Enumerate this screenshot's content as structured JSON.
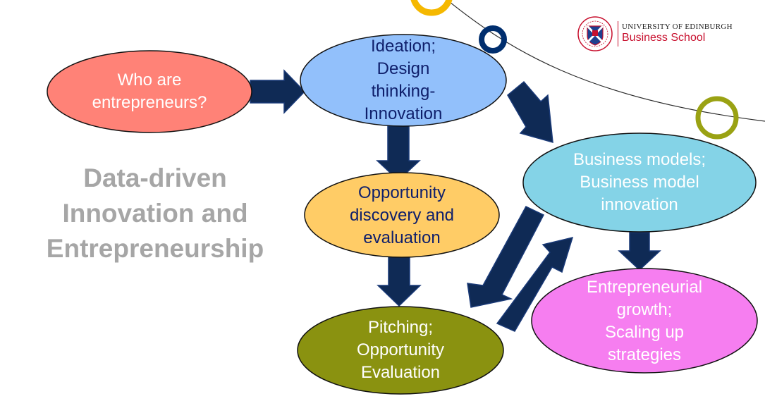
{
  "title": {
    "lines": [
      "Data-driven",
      "Innovation and",
      "Entrepreneurship"
    ],
    "color": "#a6a6a6"
  },
  "logo": {
    "icon": "university-crest-icon",
    "name": "UNIVERSITY OF EDINBURGH",
    "school": "Business School",
    "accent": "#c8102e"
  },
  "nodes": {
    "who": {
      "lines": [
        "Who are",
        "entrepreneurs?"
      ],
      "fill": "#ff8277",
      "text_color": "#ffffff"
    },
    "ideation": {
      "lines": [
        "Ideation;",
        "Design",
        "thinking-",
        "Innovation"
      ],
      "fill": "#92c0fb",
      "text_color": "#0f1f6b"
    },
    "opportunity": {
      "lines": [
        "Opportunity",
        "discovery and",
        "evaluation"
      ],
      "fill": "#ffcc66",
      "text_color": "#0f1f6b"
    },
    "pitching": {
      "lines": [
        "Pitching;",
        "Opportunity",
        "Evaluation"
      ],
      "fill": "#8a9210",
      "text_color": "#ffffff"
    },
    "business": {
      "lines": [
        "Business models;",
        "Business model",
        "innovation"
      ],
      "fill": "#84d3e7",
      "text_color": "#ffffff"
    },
    "growth": {
      "lines": [
        "Entrepreneurial",
        "growth;",
        "Scaling up",
        "strategies"
      ],
      "fill": "#f67ef0",
      "text_color": "#ffffff"
    }
  },
  "arrow_color": "#0f2a55",
  "decor_colors": {
    "gold": "#f5b800",
    "navy": "#002e6e",
    "olive": "#9aa213",
    "line": "#2b2b2b"
  }
}
